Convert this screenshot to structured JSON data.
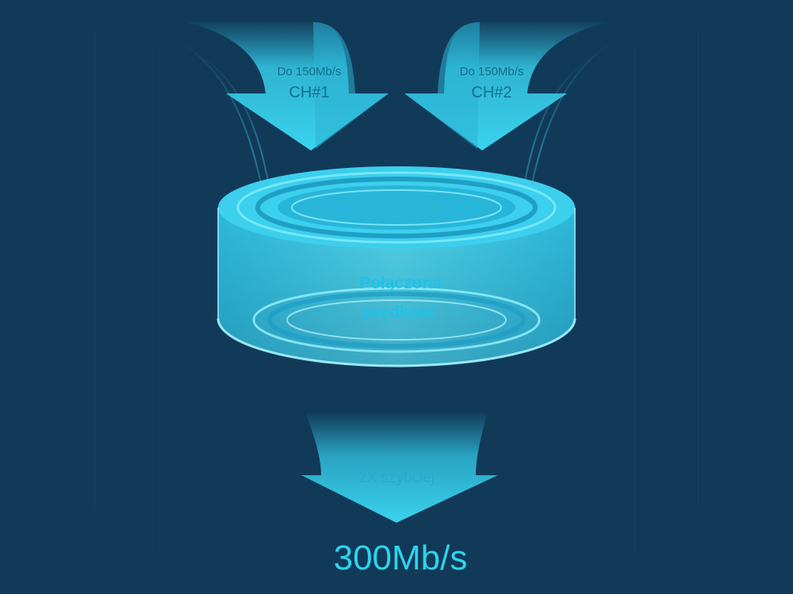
{
  "inputs": [
    {
      "speed": "Do 150Mb/s",
      "channel": "CH#1"
    },
    {
      "speed": "Do 150Mb/s",
      "channel": "CH#2"
    }
  ],
  "combined_label": {
    "line1": "Połączona",
    "line2": "prędkość"
  },
  "output": {
    "multiplier": "2X szybciej",
    "result": "300Mb/s"
  },
  "colors": {
    "background": "#113a59",
    "accent": "#1ec2e8",
    "glow": "#38d8f2",
    "muted_text": "#176e8e"
  },
  "icons": [
    "arrow-down-icon",
    "cylinder-ring-icon"
  ]
}
